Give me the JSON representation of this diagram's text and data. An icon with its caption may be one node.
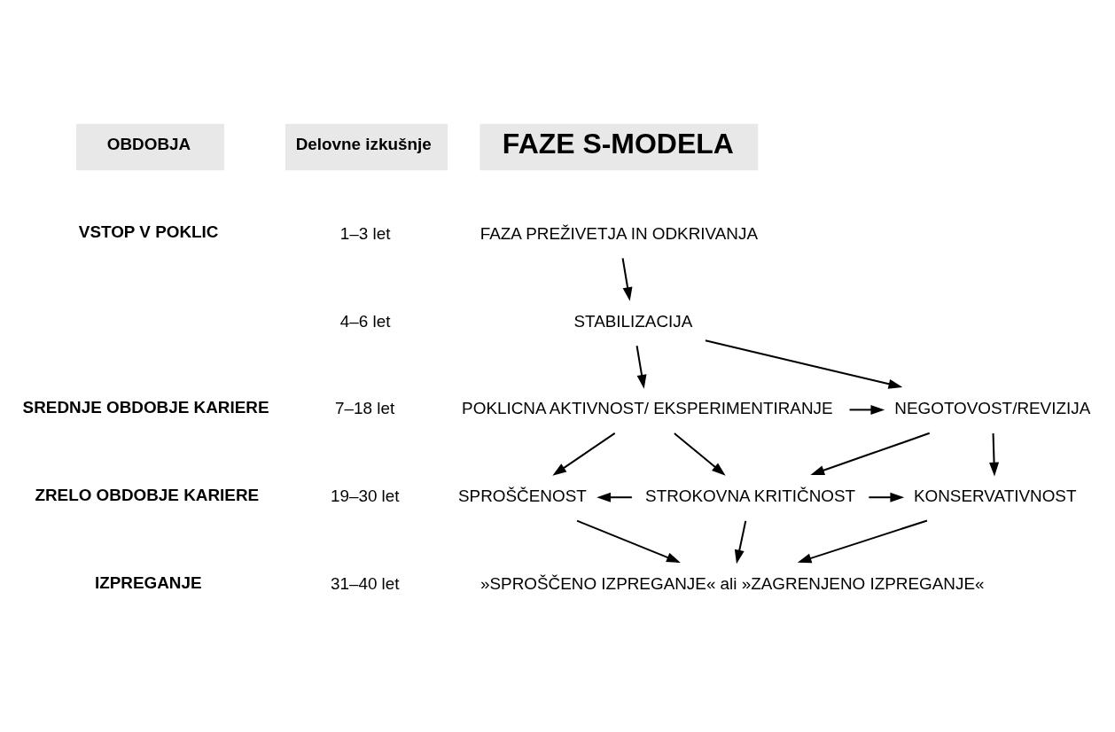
{
  "diagram": {
    "nodes": [
      {
        "text": [
          "FAZA PREŽIVETJA IN ODKRIVANJA"
        ]
      },
      {
        "text": [
          "STABILIZACIJA"
        ]
      },
      {
        "text": [
          "POKLICNA AKTIVNOST/ EKSPERIMENTIRANJE"
        ]
      },
      {
        "text": [
          "NEGOTOVOST/REVIZIJA"
        ]
      },
      {
        "text": [
          "SPROŠČENOST"
        ]
      },
      {
        "text": [
          "STROKOVNA KRITIČNOST"
        ]
      },
      {
        "text": [
          "KONSERVATIVNOST"
        ]
      },
      {
        "text": [
          "»SPROŠČENO IZPREGANJE« ali »ZAGRENJENO IZPREGANJE«"
        ]
      }
    ],
    "edges": [
      {
        "from": 0,
        "to": 1,
        "arrow": "to"
      },
      {
        "from": 1,
        "to": 2,
        "arrow": "to"
      },
      {
        "from": 1,
        "to": 3,
        "arrow": "to"
      },
      {
        "from": 2,
        "to": 3,
        "arrow": "to"
      },
      {
        "from": 2,
        "to": 4,
        "arrow": "to"
      },
      {
        "from": 2,
        "to": 5,
        "arrow": "to"
      },
      {
        "from": 3,
        "to": 5,
        "arrow": "to"
      },
      {
        "from": 3,
        "to": 6,
        "arrow": "to"
      },
      {
        "from": 5,
        "to": 4,
        "arrow": "to"
      },
      {
        "from": 5,
        "to": 6,
        "arrow": "to"
      },
      {
        "from": 4,
        "to": 7,
        "arrow": "to"
      },
      {
        "from": 5,
        "to": 7,
        "arrow": "to"
      },
      {
        "from": 6,
        "to": 7,
        "arrow": "to"
      }
    ],
    "labels": [
      "OBDOBJA",
      "Delovne izkušnje",
      "FAZE S-MODELA",
      "VSTOP V POKLIC",
      "1–3 let",
      "4–6 let",
      "SREDNJE OBDOBJE KARIERE",
      "7–18 let",
      "ZRELO OBDOBJE KARIERE",
      "19–30 let",
      "IZPREGANJE",
      "31–40 let"
    ]
  }
}
